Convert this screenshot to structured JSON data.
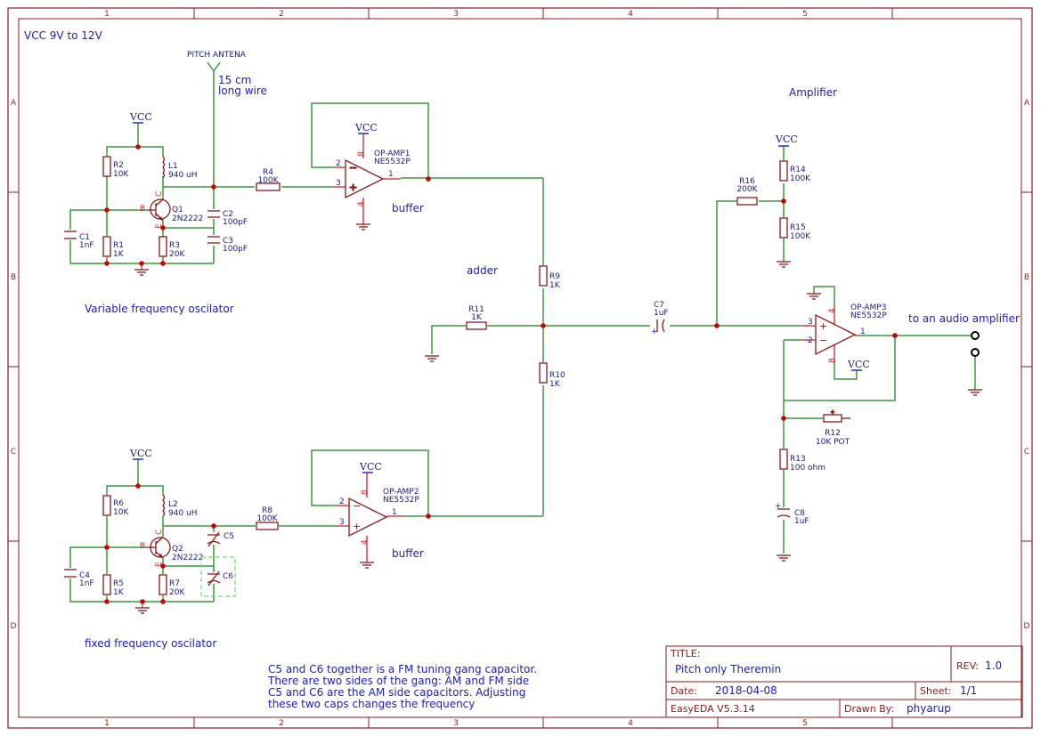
{
  "grid": {
    "cols": [
      "1",
      "2",
      "3",
      "4",
      "5"
    ],
    "rows": [
      "A",
      "B",
      "C",
      "D"
    ]
  },
  "notes": {
    "vcc_range": "VCC 9V to 12V",
    "antenna_len1": "15 cm",
    "antenna_len2": "long wire",
    "amplifier": "Amplifier",
    "adder": "adder",
    "buffer1": "buffer",
    "buffer2": "buffer",
    "var_osc": "Variable frequency oscilator",
    "fixed_osc": "fixed frequency oscilator",
    "to_amp": "to an audio amplifier",
    "gang_note": [
      "C5 and C6 together is a FM tuning gang capacitor.",
      "There are two sides of the gang: AM and FM side",
      "C5 and C6 are the AM side capacitors. Adjusting",
      "these two caps changes the frequency"
    ]
  },
  "components": {
    "antenna": "PITCH ANTENA",
    "vcc": "VCC",
    "r2": {
      "ref": "R2",
      "val": "10K"
    },
    "r1": {
      "ref": "R1",
      "val": "1K"
    },
    "r3": {
      "ref": "R3",
      "val": "20K"
    },
    "r4": {
      "ref": "R4",
      "val": "100K"
    },
    "l1": {
      "ref": "L1",
      "val": "940 uH"
    },
    "q1": {
      "ref": "Q1",
      "val": "2N2222"
    },
    "c1": {
      "ref": "C1",
      "val": "1nF"
    },
    "c2": {
      "ref": "C2",
      "val": "100pF"
    },
    "c3": {
      "ref": "C3",
      "val": "100pF"
    },
    "op1": {
      "ref": "OP-AMP1",
      "val": "NE5532P"
    },
    "r6": {
      "ref": "R6",
      "val": "10K"
    },
    "r5": {
      "ref": "R5",
      "val": "1K"
    },
    "r7": {
      "ref": "R7",
      "val": "20K"
    },
    "r8": {
      "ref": "R8",
      "val": "100K"
    },
    "l2": {
      "ref": "L2",
      "val": "940 uH"
    },
    "q2": {
      "ref": "Q2",
      "val": "2N2222"
    },
    "c4": {
      "ref": "C4",
      "val": "1nF"
    },
    "c5": {
      "ref": "C5"
    },
    "c6": {
      "ref": "C6"
    },
    "op2": {
      "ref": "OP-AMP2",
      "val": "NE5532P"
    },
    "r9": {
      "ref": "R9",
      "val": "1K"
    },
    "r10": {
      "ref": "R10",
      "val": "1K"
    },
    "r11": {
      "ref": "R11",
      "val": "1K"
    },
    "c7": {
      "ref": "C7",
      "val": "1uF"
    },
    "r16": {
      "ref": "R16",
      "val": "200K"
    },
    "r14": {
      "ref": "R14",
      "val": "100K"
    },
    "r15": {
      "ref": "R15",
      "val": "100K"
    },
    "op3": {
      "ref": "OP-AMP3",
      "val": "NE5532P"
    },
    "r12": {
      "ref": "R12",
      "val": "10K POT"
    },
    "r13": {
      "ref": "R13",
      "val": "100 ohm"
    },
    "c8": {
      "ref": "C8",
      "val": "1uF"
    }
  },
  "pins": {
    "p1": "1",
    "p2": "2",
    "p3": "3",
    "p4": "4",
    "p8": "8",
    "b": "B",
    "c": "C",
    "e": "E"
  },
  "title_block": {
    "title_label": "TITLE:",
    "title": "Pitch only Theremin",
    "rev_label": "REV:",
    "rev": "1.0",
    "date_label": "Date:",
    "date": "2018-04-08",
    "sheet_label": "Sheet:",
    "sheet": "1/1",
    "tool": "EasyEDA V5.3.14",
    "drawn_label": "Drawn By:",
    "drawn": "phyarup"
  },
  "colors": {
    "frame": "#8b1a1a",
    "wire": "#3a9a3a",
    "text": "#1a1ad0"
  }
}
